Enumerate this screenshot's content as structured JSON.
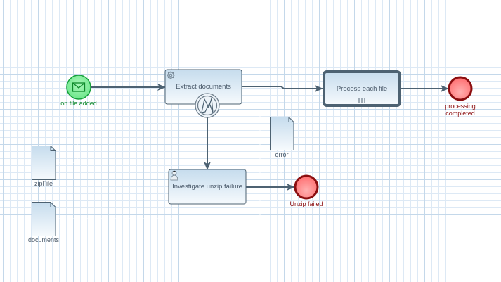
{
  "diagram": {
    "type": "BPMN process",
    "colors": {
      "flow": "#4d6272",
      "start_fill": "#7df09a",
      "start_stroke": "#14a03a",
      "start_label": "#0f8a2c",
      "end_fill": "#ff7f80",
      "end_stroke": "#8b0e10",
      "end_label": "#8b0e10",
      "task_border": "#4d6272",
      "task_top": "#c6dced",
      "task_bottom": "#f6fafd",
      "text": "#4a5a6a"
    },
    "start_event": {
      "label": "on file added",
      "icon": "envelope-icon"
    },
    "tasks": [
      {
        "id": "extract",
        "label": "Extract documents",
        "icon": "gear-icon",
        "kind": "service-task"
      },
      {
        "id": "process",
        "label": "Process each file",
        "marker": "parallel-multi-instance-icon",
        "kind": "subprocess"
      },
      {
        "id": "investigate",
        "label": "Investigate unzip failure",
        "icon": "user-icon",
        "kind": "user-task"
      }
    ],
    "boundary_event": {
      "icon": "lightning-error-icon",
      "attached_to": "Extract documents"
    },
    "end_events": [
      {
        "id": "completed",
        "label_line1": "processing",
        "label_line2": "completed"
      },
      {
        "id": "unzip_failed",
        "label_line1": "Unzip failed"
      }
    ],
    "data_objects": [
      {
        "id": "error",
        "label": "error"
      },
      {
        "id": "zipFile",
        "label": "zipFile"
      },
      {
        "id": "documents",
        "label": "documents"
      }
    ],
    "flows": [
      {
        "from": "on file added",
        "to": "Extract documents"
      },
      {
        "from": "Extract documents",
        "to": "Process each file"
      },
      {
        "from": "Process each file",
        "to": "processing completed"
      },
      {
        "from": "error boundary",
        "to": "Investigate unzip failure"
      },
      {
        "from": "Investigate unzip failure",
        "to": "Unzip failed"
      }
    ]
  }
}
